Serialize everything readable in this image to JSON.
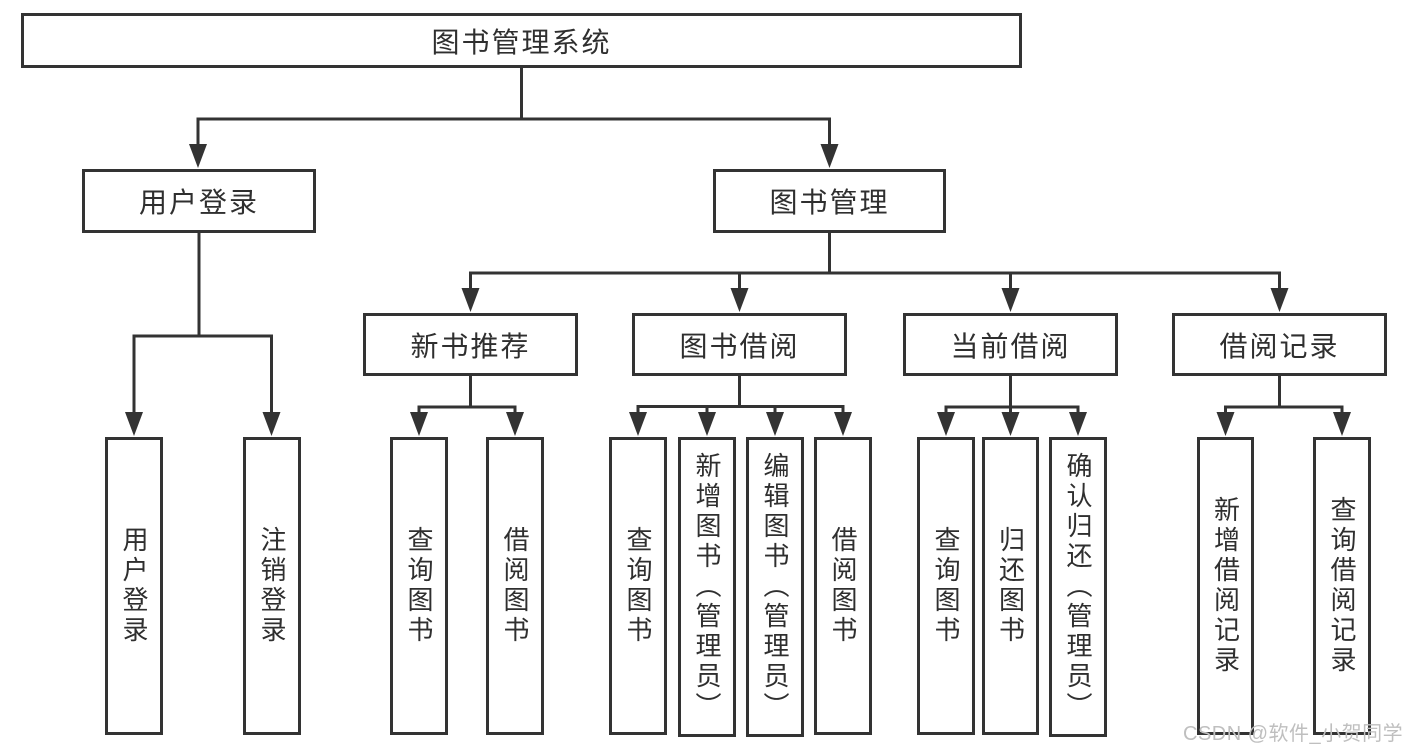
{
  "diagram_title": "图书管理系统",
  "tree": {
    "root": {
      "label": "图书管理系统"
    },
    "branches": [
      {
        "label": "用户登录",
        "children": [
          {
            "label": "用户登录"
          },
          {
            "label": "注销登录"
          }
        ]
      },
      {
        "label": "图书管理",
        "children": [
          {
            "label": "新书推荐",
            "children": [
              {
                "label": "查询图书"
              },
              {
                "label": "借阅图书"
              }
            ]
          },
          {
            "label": "图书借阅",
            "children": [
              {
                "label": "查询图书"
              },
              {
                "label": "新增图书（管理员）"
              },
              {
                "label": "编辑图书（管理员）"
              },
              {
                "label": "借阅图书"
              }
            ]
          },
          {
            "label": "当前借阅",
            "children": [
              {
                "label": "查询图书"
              },
              {
                "label": "归还图书"
              },
              {
                "label": "确认归还（管理员）"
              }
            ]
          },
          {
            "label": "借阅记录",
            "children": [
              {
                "label": "新增借阅记录"
              },
              {
                "label": "查询借阅记录"
              }
            ]
          }
        ]
      }
    ]
  },
  "watermark": {
    "text": "CSDN @软件_小贺同学"
  },
  "colors": {
    "line": "#333333",
    "background": "#ffffff",
    "box_fill": "#ffffff",
    "text": "#2f2f2f",
    "watermark": "#bfbfbf"
  }
}
